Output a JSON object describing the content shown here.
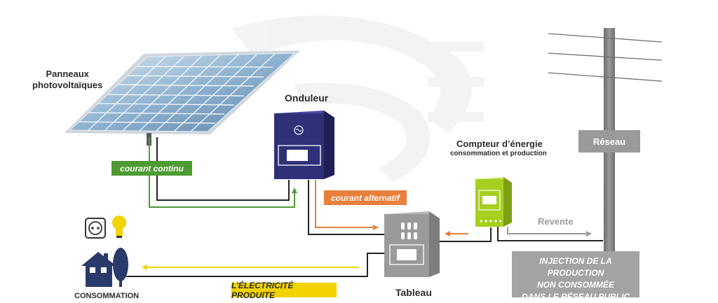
{
  "labels": {
    "panels_line1": "Panneaux",
    "panels_line2": "photovoltaïques",
    "inverter": "Onduleur",
    "meter_title": "Compteur d’énergie",
    "meter_subtitle": "consommation et production",
    "grid": "Réseau",
    "switchboard": "Tableau",
    "consumption": "CONSOMMATION",
    "resale": "Revente"
  },
  "tags": {
    "dc": "courant continu",
    "ac": "courant alternatif",
    "produced": "L’ÉLECTRICITÉ PRODUITE"
  },
  "injection_box": {
    "line1": "INJECTION DE LA PRODUCTION",
    "line2": "NON CONSOMMÉE",
    "line3": "DANS LE RÉSEAU PUBLIC"
  },
  "colors": {
    "dc_green": "#4f9a33",
    "ac_orange": "#e87f3a",
    "yellow": "#f2d300",
    "inverter_navy": "#2f3078",
    "meter_lime": "#a6cf1f",
    "grey": "#9a9a9a",
    "house_navy": "#2a3a6a"
  }
}
